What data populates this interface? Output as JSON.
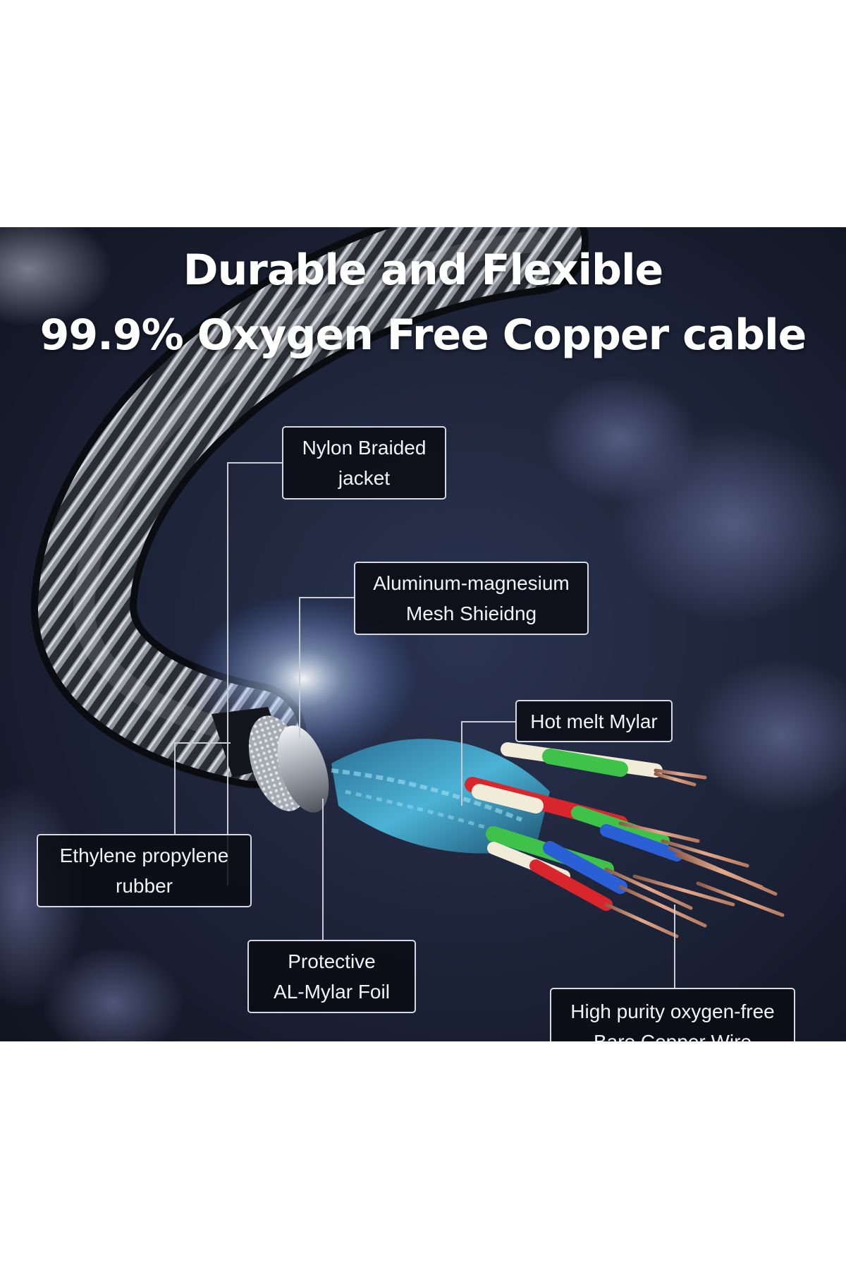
{
  "headline": {
    "line1": "Durable and Flexible",
    "line2": "99.9% Oxygen Free Copper cable"
  },
  "callouts": {
    "nylon": {
      "line1": "Nylon Braided",
      "line2": "jacket"
    },
    "alumag": {
      "line1": "Aluminum-magnesium",
      "line2": "Mesh Shieidng"
    },
    "mylar": {
      "line1": "Hot melt Mylar"
    },
    "epr": {
      "line1": "Ethylene propylene",
      "line2": "rubber"
    },
    "foil": {
      "line1": "Protective",
      "line2": "AL-Mylar Foil"
    },
    "copper": {
      "line1": "High purity oxygen-free",
      "line2": "Bare Copper Wire"
    }
  },
  "colors": {
    "background": "#161b2a",
    "callout_border": "#d6d9e0",
    "wire_green": "#3fc24a",
    "wire_red": "#d8262c",
    "wire_blue": "#2a5fd6",
    "wire_white": "#f0ecd8",
    "shield_teal": "#3aa3c8",
    "copper": "#c8866a"
  }
}
